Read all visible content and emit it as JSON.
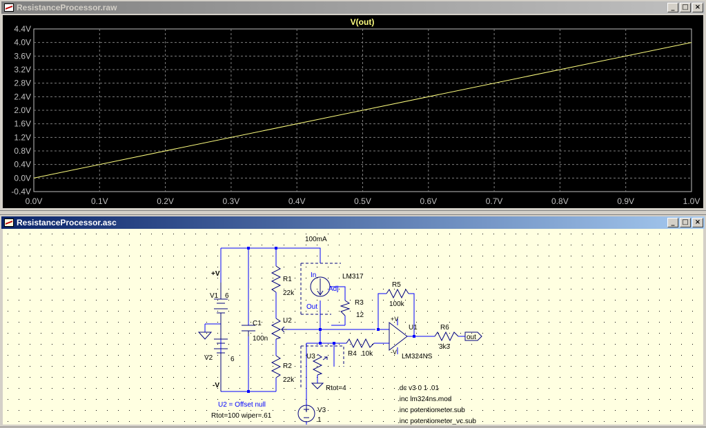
{
  "plot_window": {
    "title": "ResistanceProcessor.raw",
    "buttons": {
      "minimize": "_",
      "maximize": "□",
      "close": "×"
    }
  },
  "schematic_window": {
    "title": "ResistanceProcessor.asc",
    "buttons": {
      "minimize": "_",
      "maximize": "□",
      "close": "×"
    }
  },
  "chart_data": {
    "type": "line",
    "title": "V(out)",
    "x_ticks": [
      "0.0V",
      "0.1V",
      "0.2V",
      "0.3V",
      "0.4V",
      "0.5V",
      "0.6V",
      "0.7V",
      "0.8V",
      "0.9V",
      "1.0V"
    ],
    "y_ticks": [
      "4.4V",
      "4.0V",
      "3.6V",
      "3.2V",
      "2.8V",
      "2.4V",
      "2.0V",
      "1.6V",
      "1.2V",
      "0.8V",
      "0.4V",
      "0.0V",
      "-0.4V"
    ],
    "xlim": [
      0,
      1.0
    ],
    "ylim": [
      -0.4,
      4.4
    ],
    "grid": true,
    "series": [
      {
        "name": "V(out)",
        "x": [
          0.0,
          0.5,
          1.0
        ],
        "y": [
          0.0,
          2.0,
          4.0
        ]
      }
    ],
    "colors": {
      "background": "#000000",
      "trace": "#ffff80",
      "grid": "#808080",
      "axis": "#c0c0c0"
    }
  },
  "schematic": {
    "labels": {
      "current": "100mA",
      "lm317": "LM317",
      "in": "In",
      "adj": "Adj",
      "out_pin": "Out",
      "r1": "R1",
      "r1_val": "22k",
      "r2": "R2",
      "r2_val": "22k",
      "r3": "R3",
      "r3_val": "12",
      "r4": "R4",
      "r4_val": "10k",
      "r5": "R5",
      "r5_val": "100k",
      "r6": "R6",
      "r6_val": "3k3",
      "u1": "U1",
      "u1_model": "LM324NS",
      "u2": "U2",
      "u3": "U3",
      "v1": "V1",
      "v1_val": "6",
      "v2": "V2",
      "v2_val": "6",
      "v3": "V3",
      "v3_val": "1",
      "c1": "C1",
      "c1_val": "100n",
      "plus_v": "+V",
      "minus_v": "-V",
      "opamp_plus_v": "+V",
      "opamp_minus_v": "-V",
      "out_net": "out",
      "rtot4": "Rtot=4",
      "offset_note": "U2 = Offset null",
      "u2_params": "Rtot=100 wiper=.61"
    },
    "directives": [
      ".dc v3 0 1 .01",
      ".inc lm324ns.mod",
      ".inc potentiometer.sub",
      ".inc potentiometer_vc.sub"
    ],
    "colors": {
      "wire": "#0000ff",
      "component": "#000080",
      "junction": "#0000ff",
      "text": "#000000",
      "note": "#0000ff"
    }
  }
}
